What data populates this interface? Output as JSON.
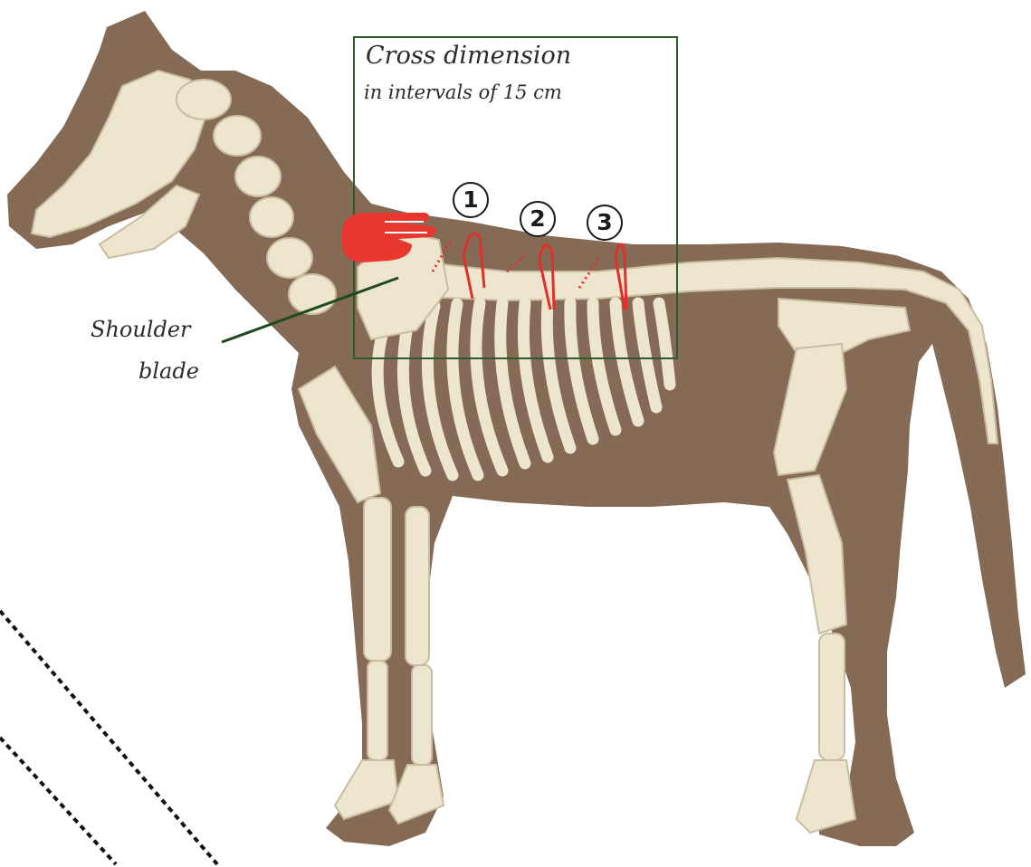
{
  "box_title": {
    "line1": "Cross dimension",
    "line2": "in intervals of 15 cm"
  },
  "shoulder_label": {
    "line1": "Shoulder",
    "line2": "blade"
  },
  "markers": [
    "1",
    "2",
    "3"
  ],
  "colors": {
    "body": "#856a55",
    "bone": "#eee5cf",
    "bone_outline": "#c9bd9f",
    "frame": "#2d5a2d",
    "leader": "#1f4a1f",
    "measure": "#e0302a",
    "hand": "#e8372f"
  },
  "icons": {
    "hand": "pointing-hand-icon"
  }
}
